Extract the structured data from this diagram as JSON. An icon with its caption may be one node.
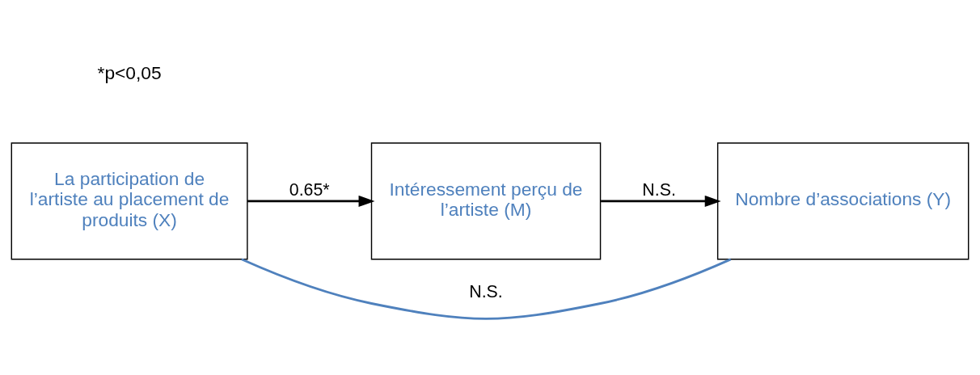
{
  "diagram": {
    "nodes": [
      {
        "text": [
          "La participation de l’artiste au placement de produits (X)"
        ]
      },
      {
        "text": [
          "Intéressement perçu de l’artiste (M)"
        ]
      },
      {
        "text": [
          "Nombre d’associations (Y)"
        ]
      }
    ],
    "edges": [
      {
        "from": 0,
        "to": 1,
        "arrow": "to",
        "label": "0.65*"
      },
      {
        "from": 1,
        "to": 2,
        "arrow": "to",
        "label": "N.S."
      },
      {
        "from": 0,
        "to": 2,
        "arrow": "none",
        "label": "N.S.",
        "color": "#4f81bd"
      }
    ],
    "labels": [
      "*p<0,05"
    ]
  }
}
